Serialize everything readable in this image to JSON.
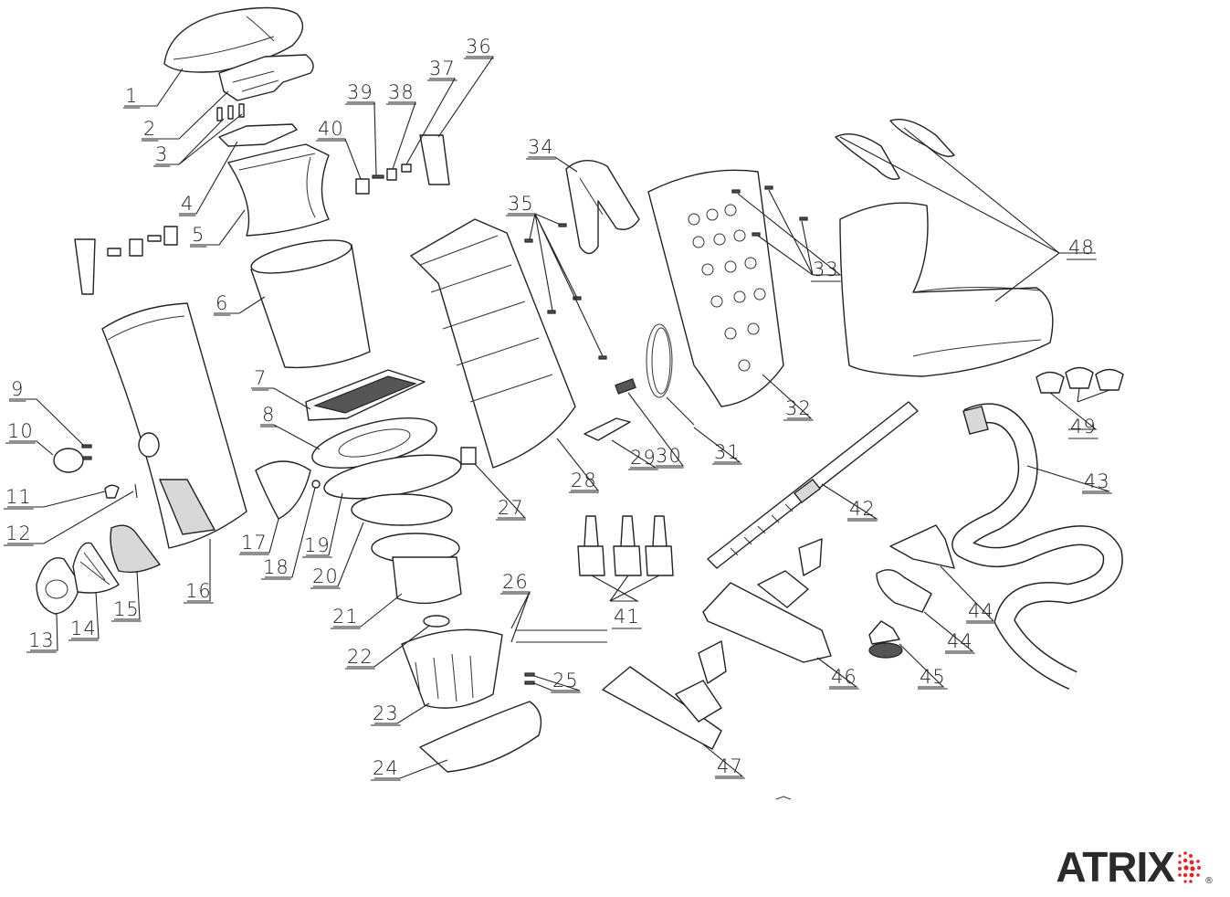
{
  "labels": [
    {
      "id": "1",
      "text": "1"
    },
    {
      "id": "2",
      "text": "2"
    },
    {
      "id": "3",
      "text": "3"
    },
    {
      "id": "4",
      "text": "4"
    },
    {
      "id": "5",
      "text": "5"
    },
    {
      "id": "6",
      "text": "6"
    },
    {
      "id": "7",
      "text": "7"
    },
    {
      "id": "8",
      "text": "8"
    },
    {
      "id": "9",
      "text": "9"
    },
    {
      "id": "10",
      "text": "10"
    },
    {
      "id": "11",
      "text": "11"
    },
    {
      "id": "12",
      "text": "12"
    },
    {
      "id": "13",
      "text": "13"
    },
    {
      "id": "14",
      "text": "14"
    },
    {
      "id": "15",
      "text": "15"
    },
    {
      "id": "16",
      "text": "16"
    },
    {
      "id": "17",
      "text": "17"
    },
    {
      "id": "18",
      "text": "18"
    },
    {
      "id": "19",
      "text": "19"
    },
    {
      "id": "20",
      "text": "20"
    },
    {
      "id": "21",
      "text": "21"
    },
    {
      "id": "22",
      "text": "22"
    },
    {
      "id": "23",
      "text": "23"
    },
    {
      "id": "24",
      "text": "24"
    },
    {
      "id": "25",
      "text": "25"
    },
    {
      "id": "26",
      "text": "26"
    },
    {
      "id": "27",
      "text": "27"
    },
    {
      "id": "28",
      "text": "28"
    },
    {
      "id": "29",
      "text": "29"
    },
    {
      "id": "30",
      "text": "30"
    },
    {
      "id": "31",
      "text": "31"
    },
    {
      "id": "32",
      "text": "32"
    },
    {
      "id": "33",
      "text": "33"
    },
    {
      "id": "34",
      "text": "34"
    },
    {
      "id": "35",
      "text": "35"
    },
    {
      "id": "36",
      "text": "36"
    },
    {
      "id": "37",
      "text": "37"
    },
    {
      "id": "38",
      "text": "38"
    },
    {
      "id": "39",
      "text": "39"
    },
    {
      "id": "40",
      "text": "40"
    },
    {
      "id": "41",
      "text": "41"
    },
    {
      "id": "42",
      "text": "42"
    },
    {
      "id": "43",
      "text": "43"
    },
    {
      "id": "44a",
      "text": "44"
    },
    {
      "id": "44b",
      "text": "44"
    },
    {
      "id": "45",
      "text": "45"
    },
    {
      "id": "46",
      "text": "46"
    },
    {
      "id": "47",
      "text": "47"
    },
    {
      "id": "48",
      "text": "48"
    },
    {
      "id": "49",
      "text": "49"
    }
  ],
  "logo": {
    "text": "ATRIX",
    "registered": "®",
    "color": "#2b2b2b",
    "accent": "#e0262b"
  }
}
